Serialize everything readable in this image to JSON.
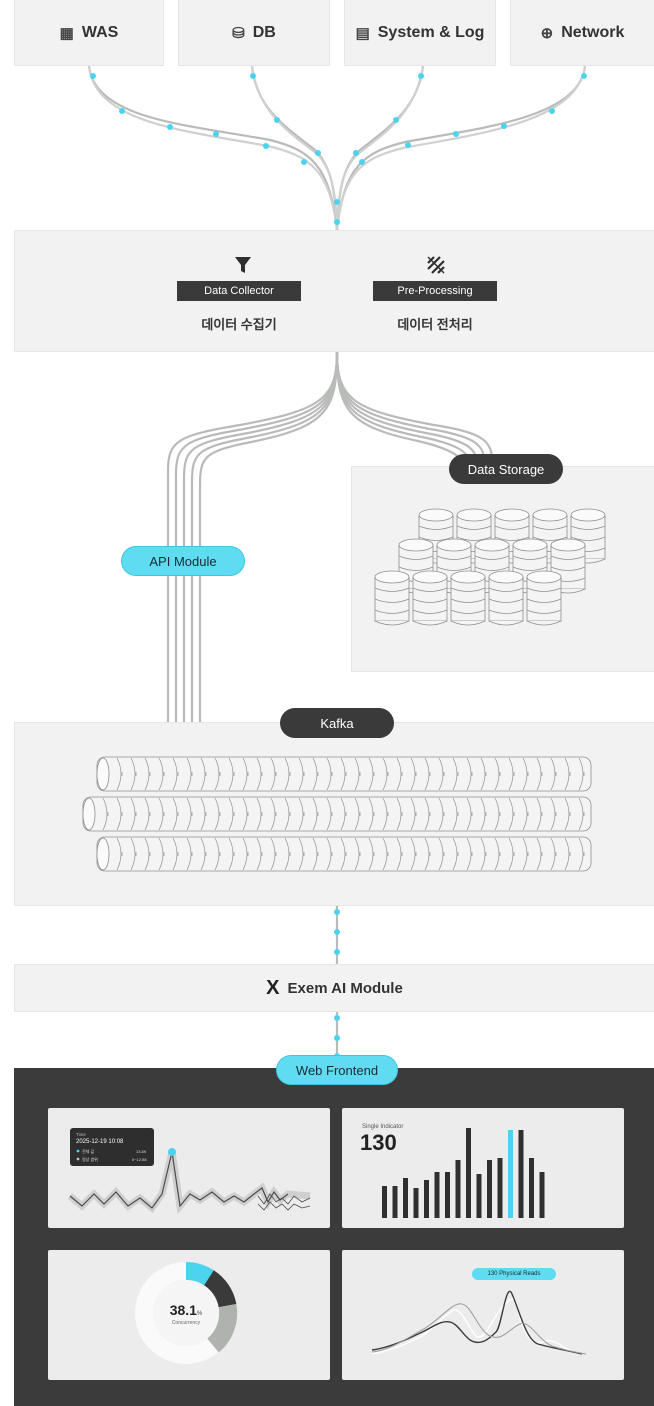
{
  "sources": [
    {
      "label": "WAS",
      "icon": "server-was-icon"
    },
    {
      "label": "DB",
      "icon": "database-icon"
    },
    {
      "label": "System & Log",
      "icon": "system-log-icon"
    },
    {
      "label": "Network",
      "icon": "globe-icon"
    }
  ],
  "collector": {
    "left": {
      "icon": "funnel-icon",
      "tag": "Data Collector",
      "label": "데이터 수집기"
    },
    "right": {
      "icon": "grid-pattern-icon",
      "tag": "Pre-Processing",
      "label": "데이터 전처리"
    }
  },
  "api_module": "API Module",
  "data_storage": "Data Storage",
  "kafka": "Kafka",
  "ai_module": {
    "logo": "X",
    "label": "Exem AI Module"
  },
  "web_frontend": "Web Frontend",
  "dashboard": {
    "tooltip": {
      "title": "Time",
      "time": "2025-12-19 10:08",
      "row1": "전체 값",
      "row1_value": "13.89",
      "row2": "정상 범위",
      "row2_value": "0~12.88"
    },
    "indicator": {
      "label": "Single Indicator",
      "value": "130"
    },
    "donut": {
      "value": "38.1",
      "unit": "%",
      "label": "Concurrency"
    },
    "physical_reads": "130 Physical Reads"
  },
  "colors": {
    "accent": "#4cd3ee",
    "dark": "#3a3a3a",
    "panel": "#ebeceb",
    "frontend_bg": "#3b3b3b"
  }
}
